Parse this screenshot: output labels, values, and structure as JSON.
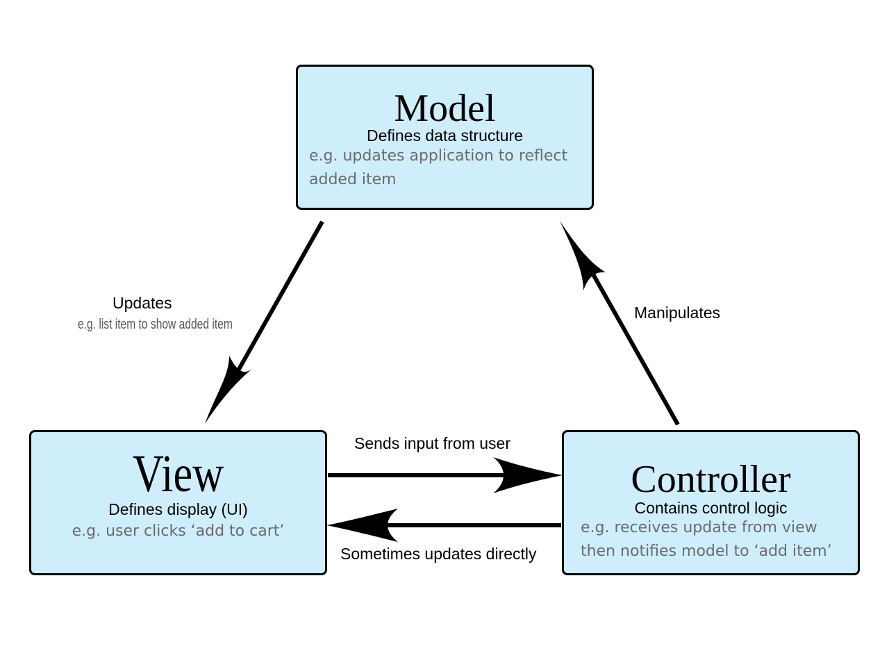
{
  "nodes": {
    "model": {
      "title": "Model",
      "subtitle": "Defines data structure",
      "example": "e.g. updates application to reflect added item"
    },
    "view": {
      "title": "View",
      "subtitle": "Defines display (UI)",
      "example": "e.g. user clicks ‘add to cart’"
    },
    "controller": {
      "title": "Controller",
      "subtitle": "Contains control logic",
      "example": "e.g. receives update from view then notifies model to ‘add item’"
    }
  },
  "edges": {
    "model_to_view": {
      "label": "Updates",
      "example": "e.g. list item to show added item"
    },
    "controller_to_model": {
      "label": "Manipulates"
    },
    "view_to_controller": {
      "label": "Sends input from user"
    },
    "controller_to_view": {
      "label": "Sometimes updates directly"
    }
  },
  "colors": {
    "box_fill": "#cfeefc",
    "box_border": "#000000",
    "example_text": "#6b6b6b"
  }
}
